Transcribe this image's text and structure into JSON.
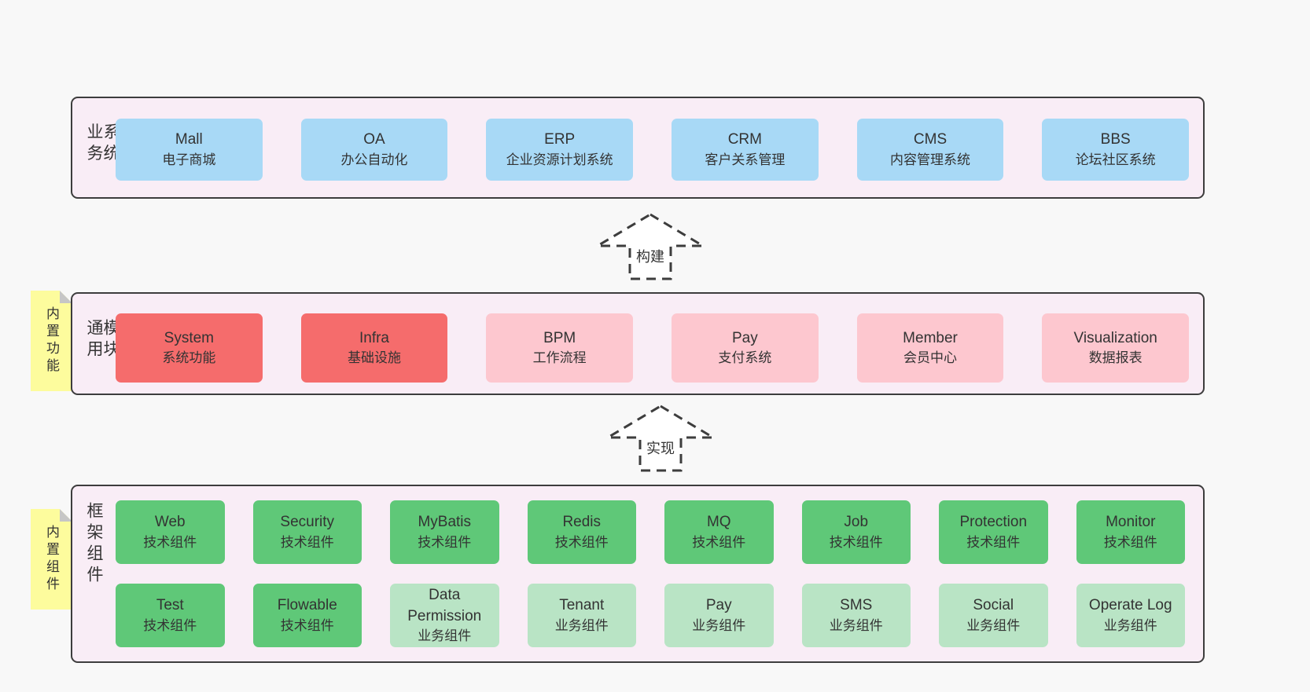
{
  "colors": {
    "page_bg": "#f8f8f8",
    "panel_bg": "#f9edf6",
    "panel_border": "#3d3d3d",
    "business_box": "#a8d9f6",
    "core_module_box": "#f56c6c",
    "optional_module_box": "#fdc7cf",
    "tech_component_box": "#5fc878",
    "biz_component_box": "#b9e4c5",
    "tag_bg": "#fdfc9d",
    "tag_fold": "#c6c6c6",
    "text": "#333333"
  },
  "arrows": [
    {
      "label": "构建"
    },
    {
      "label": "实现"
    }
  ],
  "layers": [
    {
      "label": "业务系统",
      "boxes": [
        {
          "title": "Mall",
          "subtitle": "电子商城"
        },
        {
          "title": "OA",
          "subtitle": "办公自动化"
        },
        {
          "title": "ERP",
          "subtitle": "企业资源计划系统"
        },
        {
          "title": "CRM",
          "subtitle": "客户关系管理"
        },
        {
          "title": "CMS",
          "subtitle": "内容管理系统"
        },
        {
          "title": "BBS",
          "subtitle": "论坛社区系统"
        }
      ]
    },
    {
      "label": "通用模块",
      "tag": "内置功能",
      "boxes": [
        {
          "title": "System",
          "subtitle": "系统功能"
        },
        {
          "title": "Infra",
          "subtitle": "基础设施"
        },
        {
          "title": "BPM",
          "subtitle": "工作流程"
        },
        {
          "title": "Pay",
          "subtitle": "支付系统"
        },
        {
          "title": "Member",
          "subtitle": "会员中心"
        },
        {
          "title": "Visualization",
          "subtitle": "数据报表"
        }
      ]
    },
    {
      "label": "框架组件",
      "tag": "内置组件",
      "rows": [
        [
          {
            "title": "Web",
            "subtitle": "技术组件"
          },
          {
            "title": "Security",
            "subtitle": "技术组件"
          },
          {
            "title": "MyBatis",
            "subtitle": "技术组件"
          },
          {
            "title": "Redis",
            "subtitle": "技术组件"
          },
          {
            "title": "MQ",
            "subtitle": "技术组件"
          },
          {
            "title": "Job",
            "subtitle": "技术组件"
          },
          {
            "title": "Protection",
            "subtitle": "技术组件"
          },
          {
            "title": "Monitor",
            "subtitle": "技术组件"
          }
        ],
        [
          {
            "title": "Test",
            "subtitle": "技术组件"
          },
          {
            "title": "Flowable",
            "subtitle": "技术组件"
          },
          {
            "title": "Data Permission",
            "subtitle": "业务组件"
          },
          {
            "title": "Tenant",
            "subtitle": "业务组件"
          },
          {
            "title": "Pay",
            "subtitle": "业务组件"
          },
          {
            "title": "SMS",
            "subtitle": "业务组件"
          },
          {
            "title": "Social",
            "subtitle": "业务组件"
          },
          {
            "title": "Operate Log",
            "subtitle": "业务组件"
          }
        ]
      ]
    }
  ]
}
